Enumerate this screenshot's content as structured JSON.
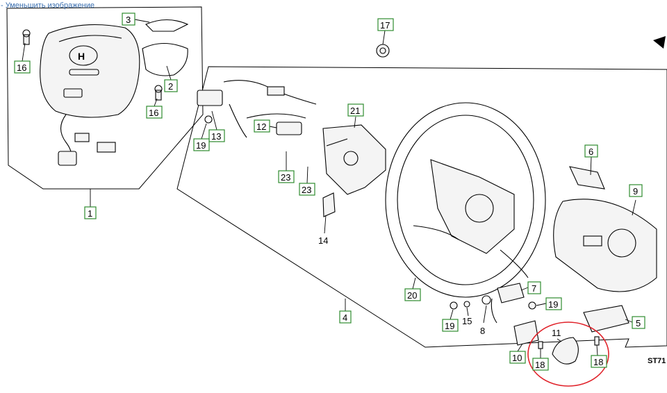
{
  "topbar": {
    "reduce_link": "- Уменьшить изображение"
  },
  "diagram": {
    "reference_code": "ST71",
    "callouts": [
      {
        "id": "c3",
        "label": "3"
      },
      {
        "id": "c17",
        "label": "17"
      },
      {
        "id": "c16a",
        "label": "16"
      },
      {
        "id": "c2",
        "label": "2"
      },
      {
        "id": "c16b",
        "label": "16"
      },
      {
        "id": "c13",
        "label": "13"
      },
      {
        "id": "c12",
        "label": "12"
      },
      {
        "id": "c21",
        "label": "21"
      },
      {
        "id": "c19a",
        "label": "19"
      },
      {
        "id": "c23a",
        "label": "23"
      },
      {
        "id": "c23b",
        "label": "23"
      },
      {
        "id": "c14",
        "label": "14"
      },
      {
        "id": "c1",
        "label": "1"
      },
      {
        "id": "c6",
        "label": "6"
      },
      {
        "id": "c9",
        "label": "9"
      },
      {
        "id": "c20",
        "label": "20"
      },
      {
        "id": "c4",
        "label": "4"
      },
      {
        "id": "c7",
        "label": "7"
      },
      {
        "id": "c19b",
        "label": "19"
      },
      {
        "id": "c19c",
        "label": "19"
      },
      {
        "id": "c15",
        "label": "15"
      },
      {
        "id": "c8",
        "label": "8"
      },
      {
        "id": "c5",
        "label": "5"
      },
      {
        "id": "c11",
        "label": "11"
      },
      {
        "id": "c10",
        "label": "10"
      },
      {
        "id": "c18a",
        "label": "18"
      },
      {
        "id": "c18b",
        "label": "18"
      }
    ]
  }
}
